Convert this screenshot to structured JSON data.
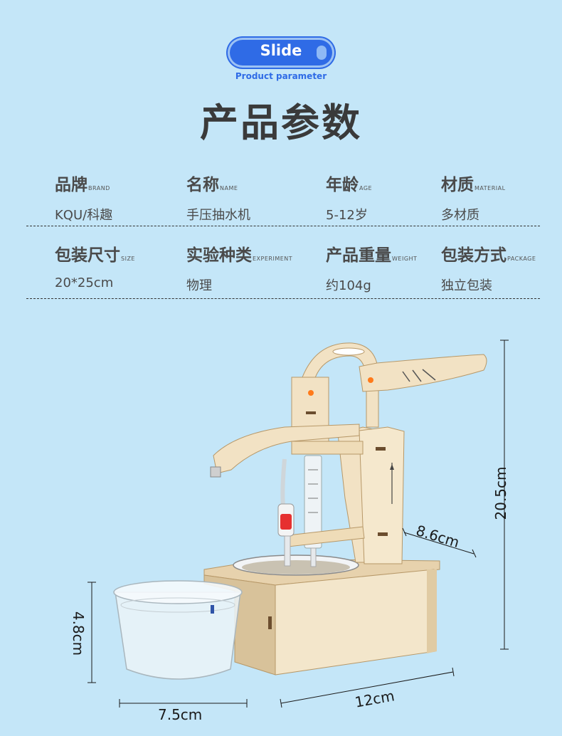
{
  "badge": {
    "label": "Slide"
  },
  "subtitle": "Product parameter",
  "title": "产品参数",
  "params": [
    {
      "label": "品牌",
      "en": "BRAND",
      "value": "KQU/科趣"
    },
    {
      "label": "名称",
      "en": "NAME",
      "value": "手压抽水机"
    },
    {
      "label": "年龄",
      "en": "AGE",
      "value": "5-12岁"
    },
    {
      "label": "材质",
      "en": "MATERIAL",
      "value": "多材质"
    },
    {
      "label": "包装尺寸",
      "en": "SIZE",
      "value": "20*25cm"
    },
    {
      "label": "实验种类",
      "en": "EXPERIMENT",
      "value": "物理"
    },
    {
      "label": "产品重量",
      "en": "WEIGHT",
      "value": "约104g"
    },
    {
      "label": "包装方式",
      "en": "PACKAGE",
      "value": "独立包装"
    }
  ],
  "dimensions": {
    "height": "20.5cm",
    "depth": "8.6cm",
    "width": "12cm",
    "cup_height": "4.8cm",
    "cup_width": "7.5cm"
  },
  "colors": {
    "background": "#c4e6f8",
    "accent": "#2f6be6",
    "text": "#4a4a4a",
    "wood": "#f2e2c4",
    "cup_fill": "#e63030"
  }
}
